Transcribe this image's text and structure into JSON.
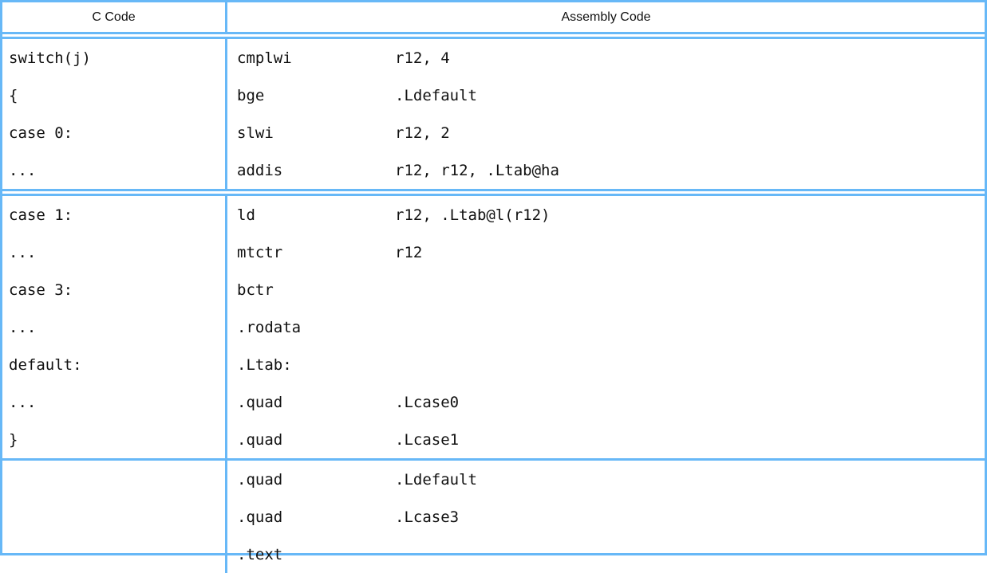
{
  "table": {
    "name": "c-to-assembly-switch-statement-table",
    "border_color": "#67b8f7",
    "text_color": "#111111",
    "headers": {
      "c_code": "C Code",
      "assembly_code": "Assembly Code"
    },
    "sections": [
      {
        "c_lines": [
          "switch(j)",
          "{",
          "case 0:",
          "..."
        ],
        "asm_lines": [
          {
            "mnemonic": "cmplwi",
            "operand": "r12, 4"
          },
          {
            "mnemonic": "bge",
            "operand": ".Ldefault"
          },
          {
            "mnemonic": "slwi",
            "operand": "r12, 2"
          },
          {
            "mnemonic": "addis",
            "operand": "r12, r12, .Ltab@ha"
          }
        ]
      },
      {
        "c_lines": [
          "case 1:",
          "...",
          "case 3:",
          "...",
          "default:",
          "...",
          "}"
        ],
        "asm_lines": [
          {
            "mnemonic": "ld",
            "operand": "r12, .Ltab@l(r12)"
          },
          {
            "mnemonic": "mtctr",
            "operand": "r12"
          },
          {
            "mnemonic": "bctr",
            "operand": ""
          },
          {
            "mnemonic": ".rodata",
            "operand": ""
          },
          {
            "mnemonic": ".Ltab:",
            "operand": ""
          },
          {
            "mnemonic": ".quad",
            "operand": ".Lcase0"
          },
          {
            "mnemonic": ".quad",
            "operand": ".Lcase1"
          }
        ]
      },
      {
        "c_lines": [],
        "asm_lines": [
          {
            "mnemonic": ".quad",
            "operand": ".Ldefault"
          },
          {
            "mnemonic": ".quad",
            "operand": ".Lcase3"
          },
          {
            "mnemonic": ".text",
            "operand": ""
          }
        ]
      }
    ]
  }
}
